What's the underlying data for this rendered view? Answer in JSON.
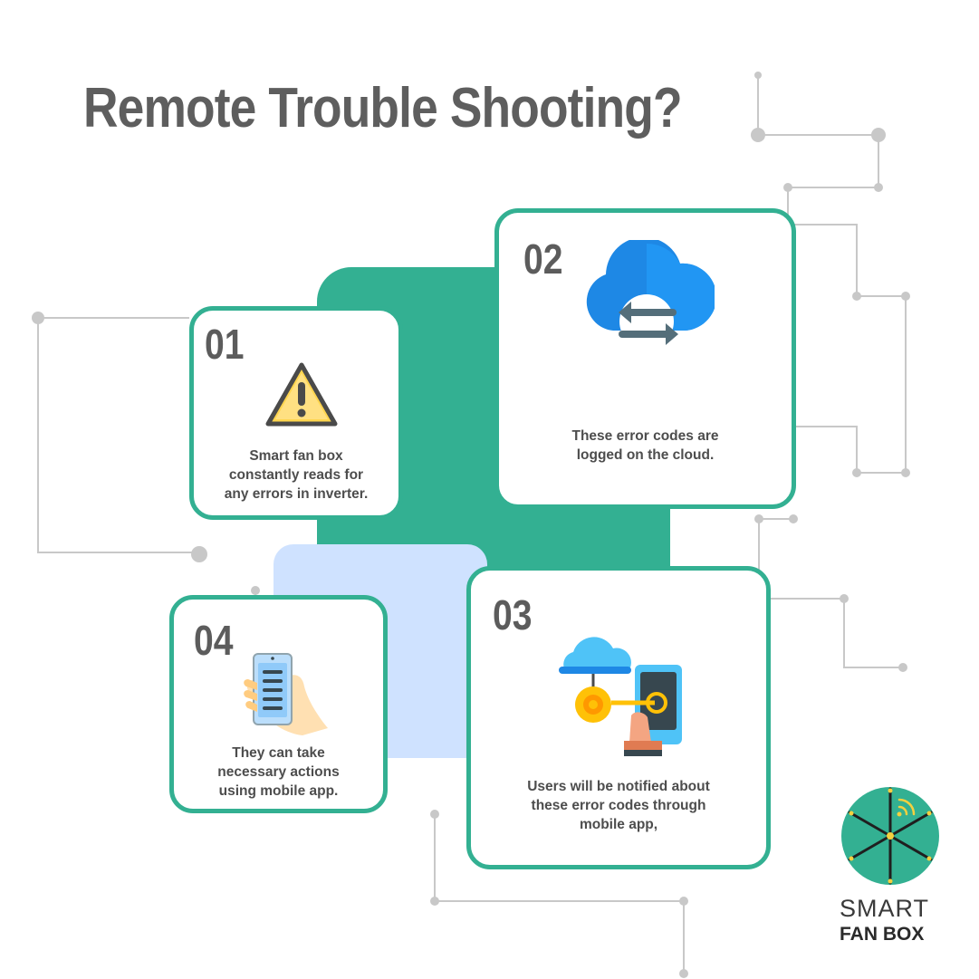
{
  "title": "Remote Trouble Shooting?",
  "colors": {
    "accent_green": "#33b092",
    "light_blue": "#cfe2ff",
    "title_gray": "#5e5e5e",
    "connector_gray": "#c8c8c8"
  },
  "steps": [
    {
      "number": "01",
      "icon": "warning-icon",
      "text": "Smart fan box\nconstantly reads for\nany errors in inverter."
    },
    {
      "number": "02",
      "icon": "cloud-sync-icon",
      "text": "These error codes are\nlogged on the cloud."
    },
    {
      "number": "03",
      "icon": "cloud-phone-settings-icon",
      "text": "Users will be notified about\nthese error codes through\nmobile app,"
    },
    {
      "number": "04",
      "icon": "hand-phone-icon",
      "text": "They can take\nnecessary actions\nusing mobile app."
    }
  ],
  "logo": {
    "icon": "smart-fan-box-logo-icon",
    "line1": "SMART",
    "line2": "FAN BOX"
  }
}
